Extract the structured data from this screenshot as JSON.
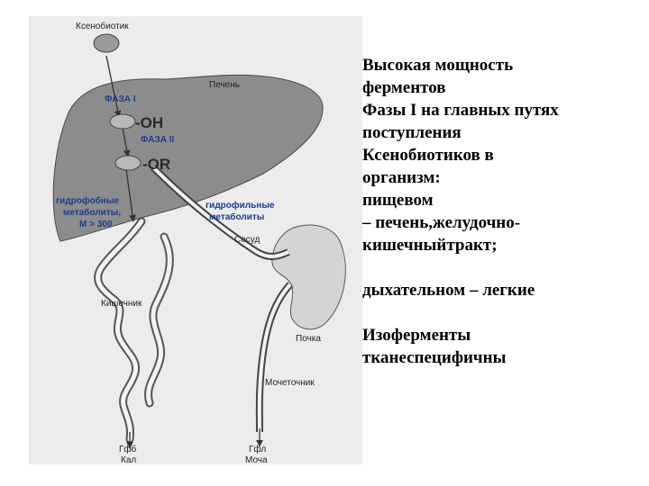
{
  "diagram": {
    "labels": {
      "xenobiotic": "Ксенобиотик",
      "liver": "Печень",
      "phase1": "ФАЗА I",
      "oh": "-OH",
      "phase2": "ФАЗА II",
      "or": "-OR",
      "hydrophobic_1": "гидрофобные",
      "hydrophobic_2": "метаболиты,",
      "hydrophobic_3": "М > 300",
      "hydrophilic_1": "гидрофильные",
      "hydrophilic_2": "метаболиты",
      "vessel": "Сосуд",
      "intestine": "Кишечник",
      "kidney": "Почка",
      "ureter": "Мочеточник",
      "bile_1": "Гфб",
      "bile_2": "Кал",
      "urine_1": "Гфл",
      "urine_2": "Моча"
    },
    "colors": {
      "panel_bg": "#ececec",
      "liver": "#8c8c8c",
      "kidney": "#d4d4d4",
      "node": "#9a9a9a",
      "accent_blue": "#1f3c8c"
    }
  },
  "text": {
    "line1": "Высокая мощность",
    "line2": "ферментов",
    "line3": "Фазы I на главных путях",
    "line4": "поступления",
    "line5": "Ксенобиотиков в",
    "line6": "организм:",
    "line7": "пищевом",
    "line8": "– печень,желудочно-",
    "line9": "кишечныйтракт;",
    "line10": "дыхательном – легкие",
    "line11": "Изоферменты",
    "line12": "тканеспецифичны"
  }
}
